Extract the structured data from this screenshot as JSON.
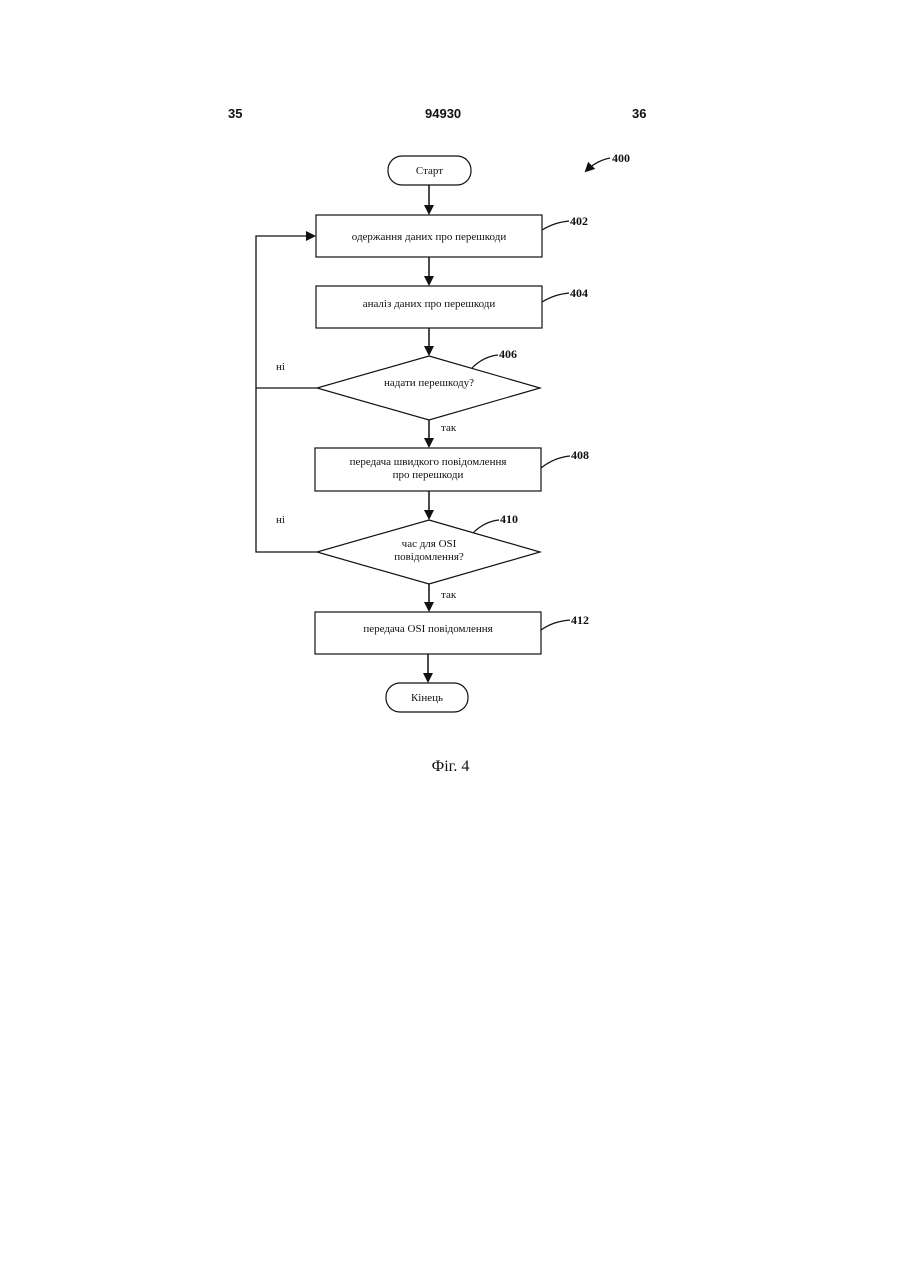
{
  "header": {
    "left_page": "35",
    "patent_number": "94930",
    "right_page": "36"
  },
  "figure": {
    "ref": "400",
    "caption": "Фіг. 4",
    "start": "Старт",
    "end": "Кінець",
    "steps": [
      {
        "ref": "402",
        "lines": [
          "одержання даних про перешкоди"
        ]
      },
      {
        "ref": "404",
        "lines": [
          "аналіз даних про перешкоди"
        ]
      },
      {
        "ref": "406",
        "lines": [
          "надати перешкоду?"
        ]
      },
      {
        "ref": "408",
        "lines": [
          "передача швидкого повідомлення",
          "про перешкоди"
        ]
      },
      {
        "ref": "410",
        "lines": [
          "час для OSI",
          "повідомлення?"
        ]
      },
      {
        "ref": "412",
        "lines": [
          "передача OSI повідомлення"
        ]
      }
    ],
    "labels": {
      "yes": "так",
      "no": "ні"
    }
  }
}
